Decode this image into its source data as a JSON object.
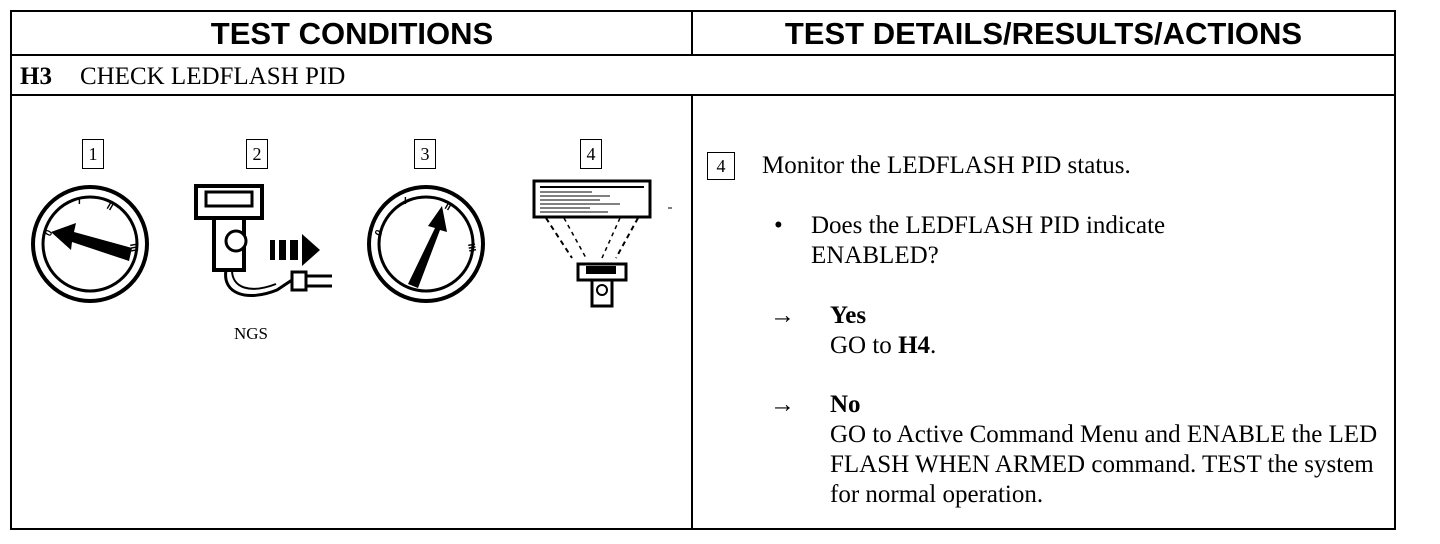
{
  "header": {
    "left_title": "TEST CONDITIONS",
    "right_title": "TEST DETAILS/RESULTS/ACTIONS"
  },
  "step": {
    "id": "H3",
    "title": "CHECK LEDFLASH PID"
  },
  "illustrations": {
    "numbers": [
      "1",
      "2",
      "3",
      "4"
    ],
    "tool_label": "NGS",
    "icons": [
      "ignition-key-off-icon",
      "ngs-tester-connect-icon",
      "ignition-key-on-icon",
      "scan-tool-display-icon"
    ]
  },
  "details": {
    "step_number": "4",
    "instruction": "Monitor the LEDFLASH PID status.",
    "bullet": "•",
    "question": "Does the LEDFLASH PID indicate ENABLED?",
    "arrow": "→",
    "yes": {
      "label": "Yes",
      "action_prefix": "GO to ",
      "action_target": "H4",
      "action_suffix": "."
    },
    "no": {
      "label": "No",
      "action": "GO to Active Command Menu and ENABLE the LED FLASH WHEN ARMED command. TEST the system for normal operation."
    }
  }
}
